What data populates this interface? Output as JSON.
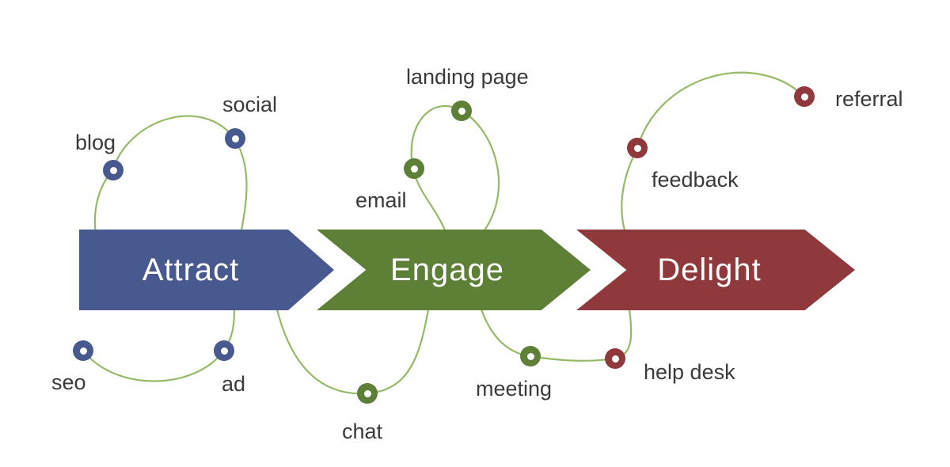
{
  "diagram": {
    "type": "flywheel-funnel",
    "line_color": "#95ba66",
    "stages": [
      {
        "id": "attract",
        "label": "Attract",
        "color": "#47598f"
      },
      {
        "id": "engage",
        "label": "Engage",
        "color": "#5d8036"
      },
      {
        "id": "delight",
        "label": "Delight",
        "color": "#90393d"
      }
    ],
    "nodes": [
      {
        "label": "blog",
        "stage": "attract"
      },
      {
        "label": "social",
        "stage": "attract"
      },
      {
        "label": "seo",
        "stage": "attract"
      },
      {
        "label": "ad",
        "stage": "attract"
      },
      {
        "label": "email",
        "stage": "engage"
      },
      {
        "label": "landing page",
        "stage": "engage"
      },
      {
        "label": "chat",
        "stage": "engage"
      },
      {
        "label": "meeting",
        "stage": "engage"
      },
      {
        "label": "feedback",
        "stage": "delight"
      },
      {
        "label": "referral",
        "stage": "delight"
      },
      {
        "label": "help desk",
        "stage": "delight"
      }
    ]
  }
}
